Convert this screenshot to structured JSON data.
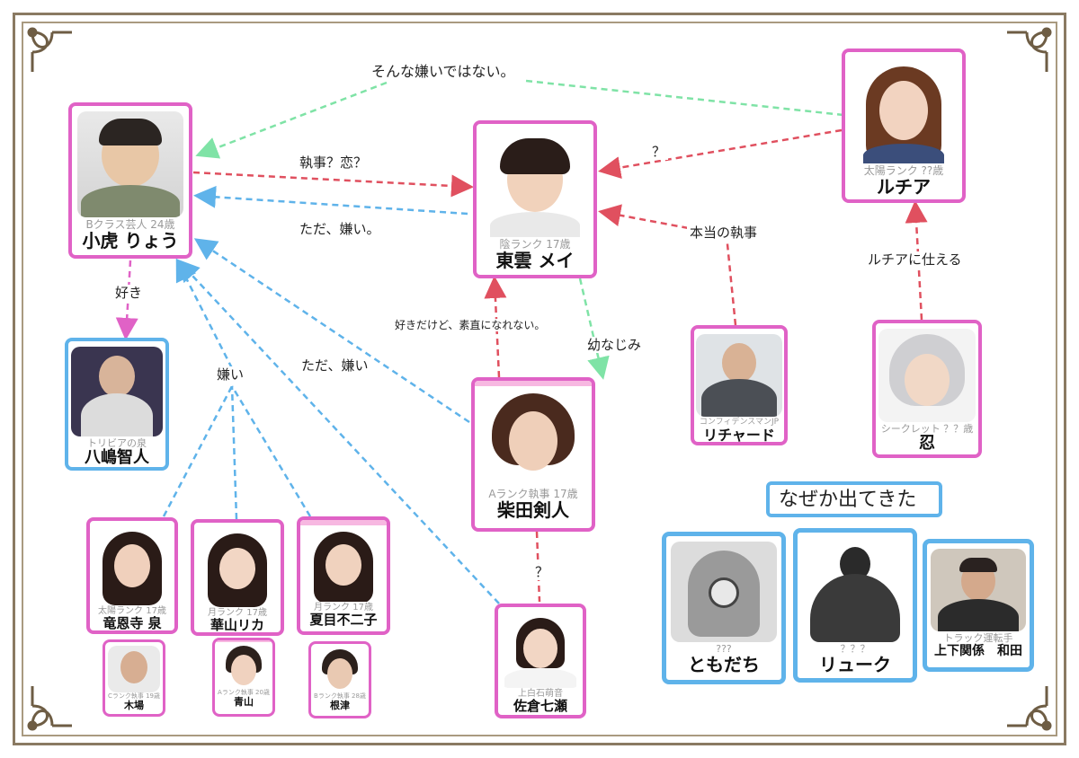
{
  "people": {
    "kotora": {
      "role": "Bクラス芸人 24歳",
      "name": "小虎 りょう"
    },
    "mei": {
      "role": "陰ランク 17歳",
      "name": "東雲 メイ"
    },
    "lucia": {
      "role": "太陽ランク ??歳",
      "name": "ルチア"
    },
    "yashima": {
      "role": "トリビアの泉",
      "name": "八嶋智人"
    },
    "richard": {
      "role": "コンフィデンスマンJP",
      "name": "リチャード"
    },
    "shinobu": {
      "role": "シークレット ？？歳",
      "name": "忍"
    },
    "kento": {
      "role": "Aランク執事 17歳",
      "name": "柴田剣人"
    },
    "izumi": {
      "role": "太陽ランク 17歳",
      "name": "竜恩寺 泉"
    },
    "rika": {
      "role": "月ランク 17歳",
      "name": "華山リカ"
    },
    "fujiko": {
      "role": "月ランク 17歳",
      "name": "夏目不二子"
    },
    "kiba": {
      "role": "Cランク執事 19歳",
      "name": "木場"
    },
    "aoyama": {
      "role": "Aランク執事 20歳",
      "name": "青山"
    },
    "nezu": {
      "role": "Bランク執事 28歳",
      "name": "根津"
    },
    "nanase": {
      "role": "上白石萌音",
      "name": "佐倉七瀬"
    },
    "tomodachi": {
      "role": "???",
      "name": "ともだち"
    },
    "ryuk": {
      "role": "？？？",
      "name": "リューク"
    },
    "wada": {
      "role": "トラック運転手",
      "name": "上下関係　和田"
    }
  },
  "relations": {
    "not_that_hate": "そんな嫌いではない。",
    "butler_love": "執事？恋？",
    "just_hate": "ただ、嫌い。",
    "q_lucia_mei": "？",
    "real_butler": "本当の執事",
    "serve_lucia": "ルチアに仕える",
    "likes": "好き",
    "like_but": "好きだけど、素直になれない。",
    "childhood": "幼なじみ",
    "hate": "嫌い",
    "just_hate2": "ただ、嫌い",
    "q_kento_nanase": "？"
  },
  "section_title": "なぜか出てきた",
  "colors": {
    "pink_border": "#e062c6",
    "blue_border": "#5fb3ea",
    "red_arrow": "#e0505f",
    "blue_arrow": "#5fb3ea",
    "green_arrow": "#7fe3a6",
    "pink_arrow": "#e062c6"
  }
}
